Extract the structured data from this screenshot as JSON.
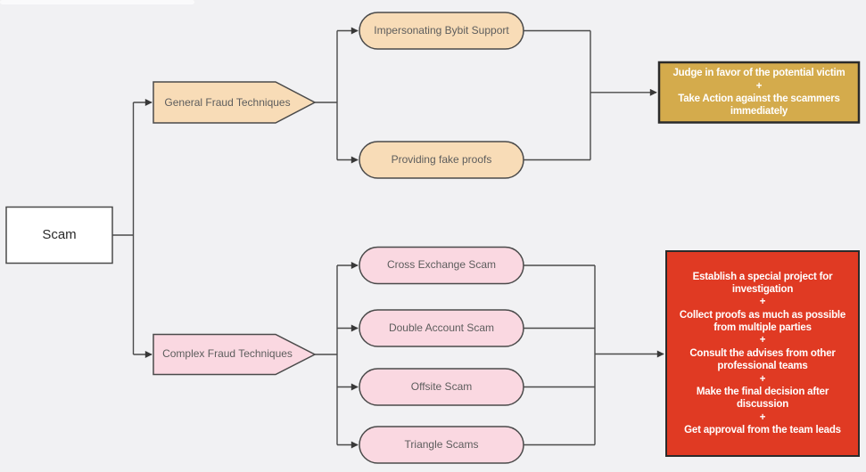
{
  "colors": {
    "background": "#F1F1F3",
    "peach": "#F8DCB7",
    "pink": "#FAD8E1",
    "gold": "#D4AB4C",
    "red": "#E03A23",
    "white": "#FFFFFF",
    "connector": "#4A4A4A",
    "node_border": "#4A4A4A",
    "outcome_border": "#2B2B2B",
    "label_text": "#5D5D5D",
    "outcome_text": "#FFFFFF"
  },
  "nodes": {
    "root": {
      "label": "Scam"
    },
    "branch_general": {
      "label": "General Fraud Techniques"
    },
    "branch_complex": {
      "label": "Complex Fraud Techniques"
    },
    "general_children": [
      {
        "label": "Impersonating Bybit Support"
      },
      {
        "label": "Providing fake proofs"
      }
    ],
    "complex_children": [
      {
        "label": "Cross Exchange Scam"
      },
      {
        "label": "Double Account Scam"
      },
      {
        "label": "Offsite Scam"
      },
      {
        "label": "Triangle Scams"
      }
    ],
    "general_outcome": {
      "items": [
        "Judge in favor of the potential victim",
        "+",
        "Take Action against the scammers immediately"
      ]
    },
    "complex_outcome": {
      "items": [
        "Establish a special project for investigation",
        "+",
        "Collect proofs as much as possible from multiple parties",
        "+",
        "Consult the advises from other professional teams",
        "+",
        "Make the final decision after discussion",
        "+",
        "Get approval from the team leads"
      ]
    }
  }
}
